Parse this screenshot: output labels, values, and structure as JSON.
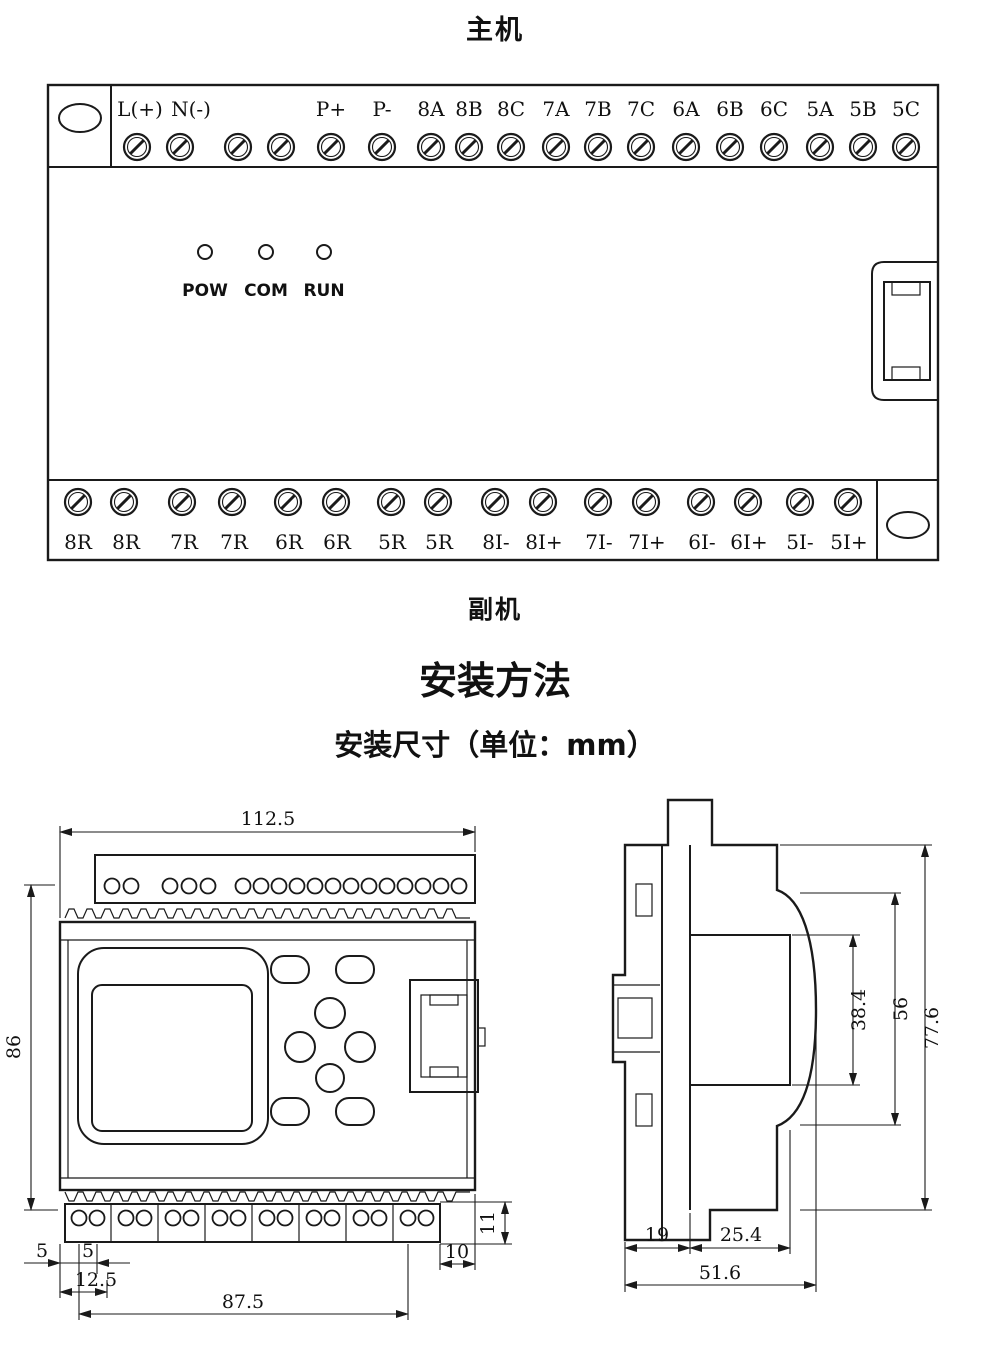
{
  "page": {
    "main_unit_title": "主机",
    "secondary_unit_title": "副机",
    "install_method_heading": "安装方法",
    "install_dims_heading": "安装尺寸（单位：mm）"
  },
  "device": {
    "top_terminal_labels": [
      "L(+)",
      "N(-)",
      "P+",
      "P-",
      "8A",
      "8B",
      "8C",
      "7A",
      "7B",
      "7C",
      "6A",
      "6B",
      "6C",
      "5A",
      "5B",
      "5C"
    ],
    "led_labels": [
      "POW",
      "COM",
      "RUN"
    ],
    "bottom_terminal_labels": [
      "8R",
      "8R",
      "7R",
      "7R",
      "6R",
      "6R",
      "5R",
      "5R",
      "8I-",
      "8I+",
      "7I-",
      "7I+",
      "6I-",
      "6I+",
      "5I-",
      "5I+"
    ]
  },
  "front_view_dimensions": {
    "overall_width": "112.5",
    "overall_height": "86",
    "edge_offset_a": "5",
    "edge_offset_b": "5",
    "first_hole_offset": "12.5",
    "hole_span": "87.5",
    "terminal_strip_height": "11",
    "right_offset": "10"
  },
  "side_view_dimensions": {
    "overall_height": "77.6",
    "body_height": "56",
    "panel_height": "38.4",
    "clamp_depth": "19",
    "body_depth": "25.4",
    "overall_depth": "51.6"
  },
  "colors": {
    "line": "#1a1a1a",
    "background": "#ffffff"
  }
}
